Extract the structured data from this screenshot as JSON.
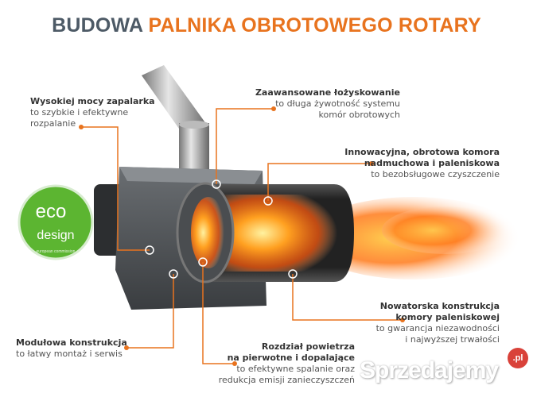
{
  "title": {
    "part1": "BUDOWA",
    "part2": "PALNIKA OBROTOWEGO ROTARY"
  },
  "colors": {
    "accent": "#e8731e",
    "title_gray": "#4d5a66",
    "eco_green": "#5cb531"
  },
  "callouts": [
    {
      "heading": "Wysokiej mocy zapalarka",
      "text": [
        "to szybkie i efektywne",
        "rozpalanie"
      ]
    },
    {
      "heading": "Zaawansowane łożyskowanie",
      "text": [
        "to długa żywotność systemu",
        "komór obrotowych"
      ]
    },
    {
      "heading": [
        "Innowacyjna, obrotowa komora",
        "nadmuchowa i paleniskowa"
      ],
      "text": [
        "to bezobsługowe czyszczenie"
      ]
    },
    {
      "heading": [
        "Nowatorska konstrukcja",
        "komory paleniskowej"
      ],
      "text": [
        "to gwarancja niezawodności",
        "i najwyższej trwałości"
      ]
    },
    {
      "heading": [
        "Rozdział powietrza",
        "na pierwotne i dopalające"
      ],
      "text": [
        "to efektywne spalanie oraz",
        "redukcja emisji zanieczyszczeń"
      ]
    },
    {
      "heading": "Modułowa konstrukcja",
      "text": [
        "to łatwy montaż i serwis"
      ]
    }
  ],
  "eco_logo": {
    "line1": "eco",
    "line2": "design",
    "ring": "european commission"
  },
  "watermark": {
    "name": "Sprzedajemy",
    "badge": ".pl"
  }
}
